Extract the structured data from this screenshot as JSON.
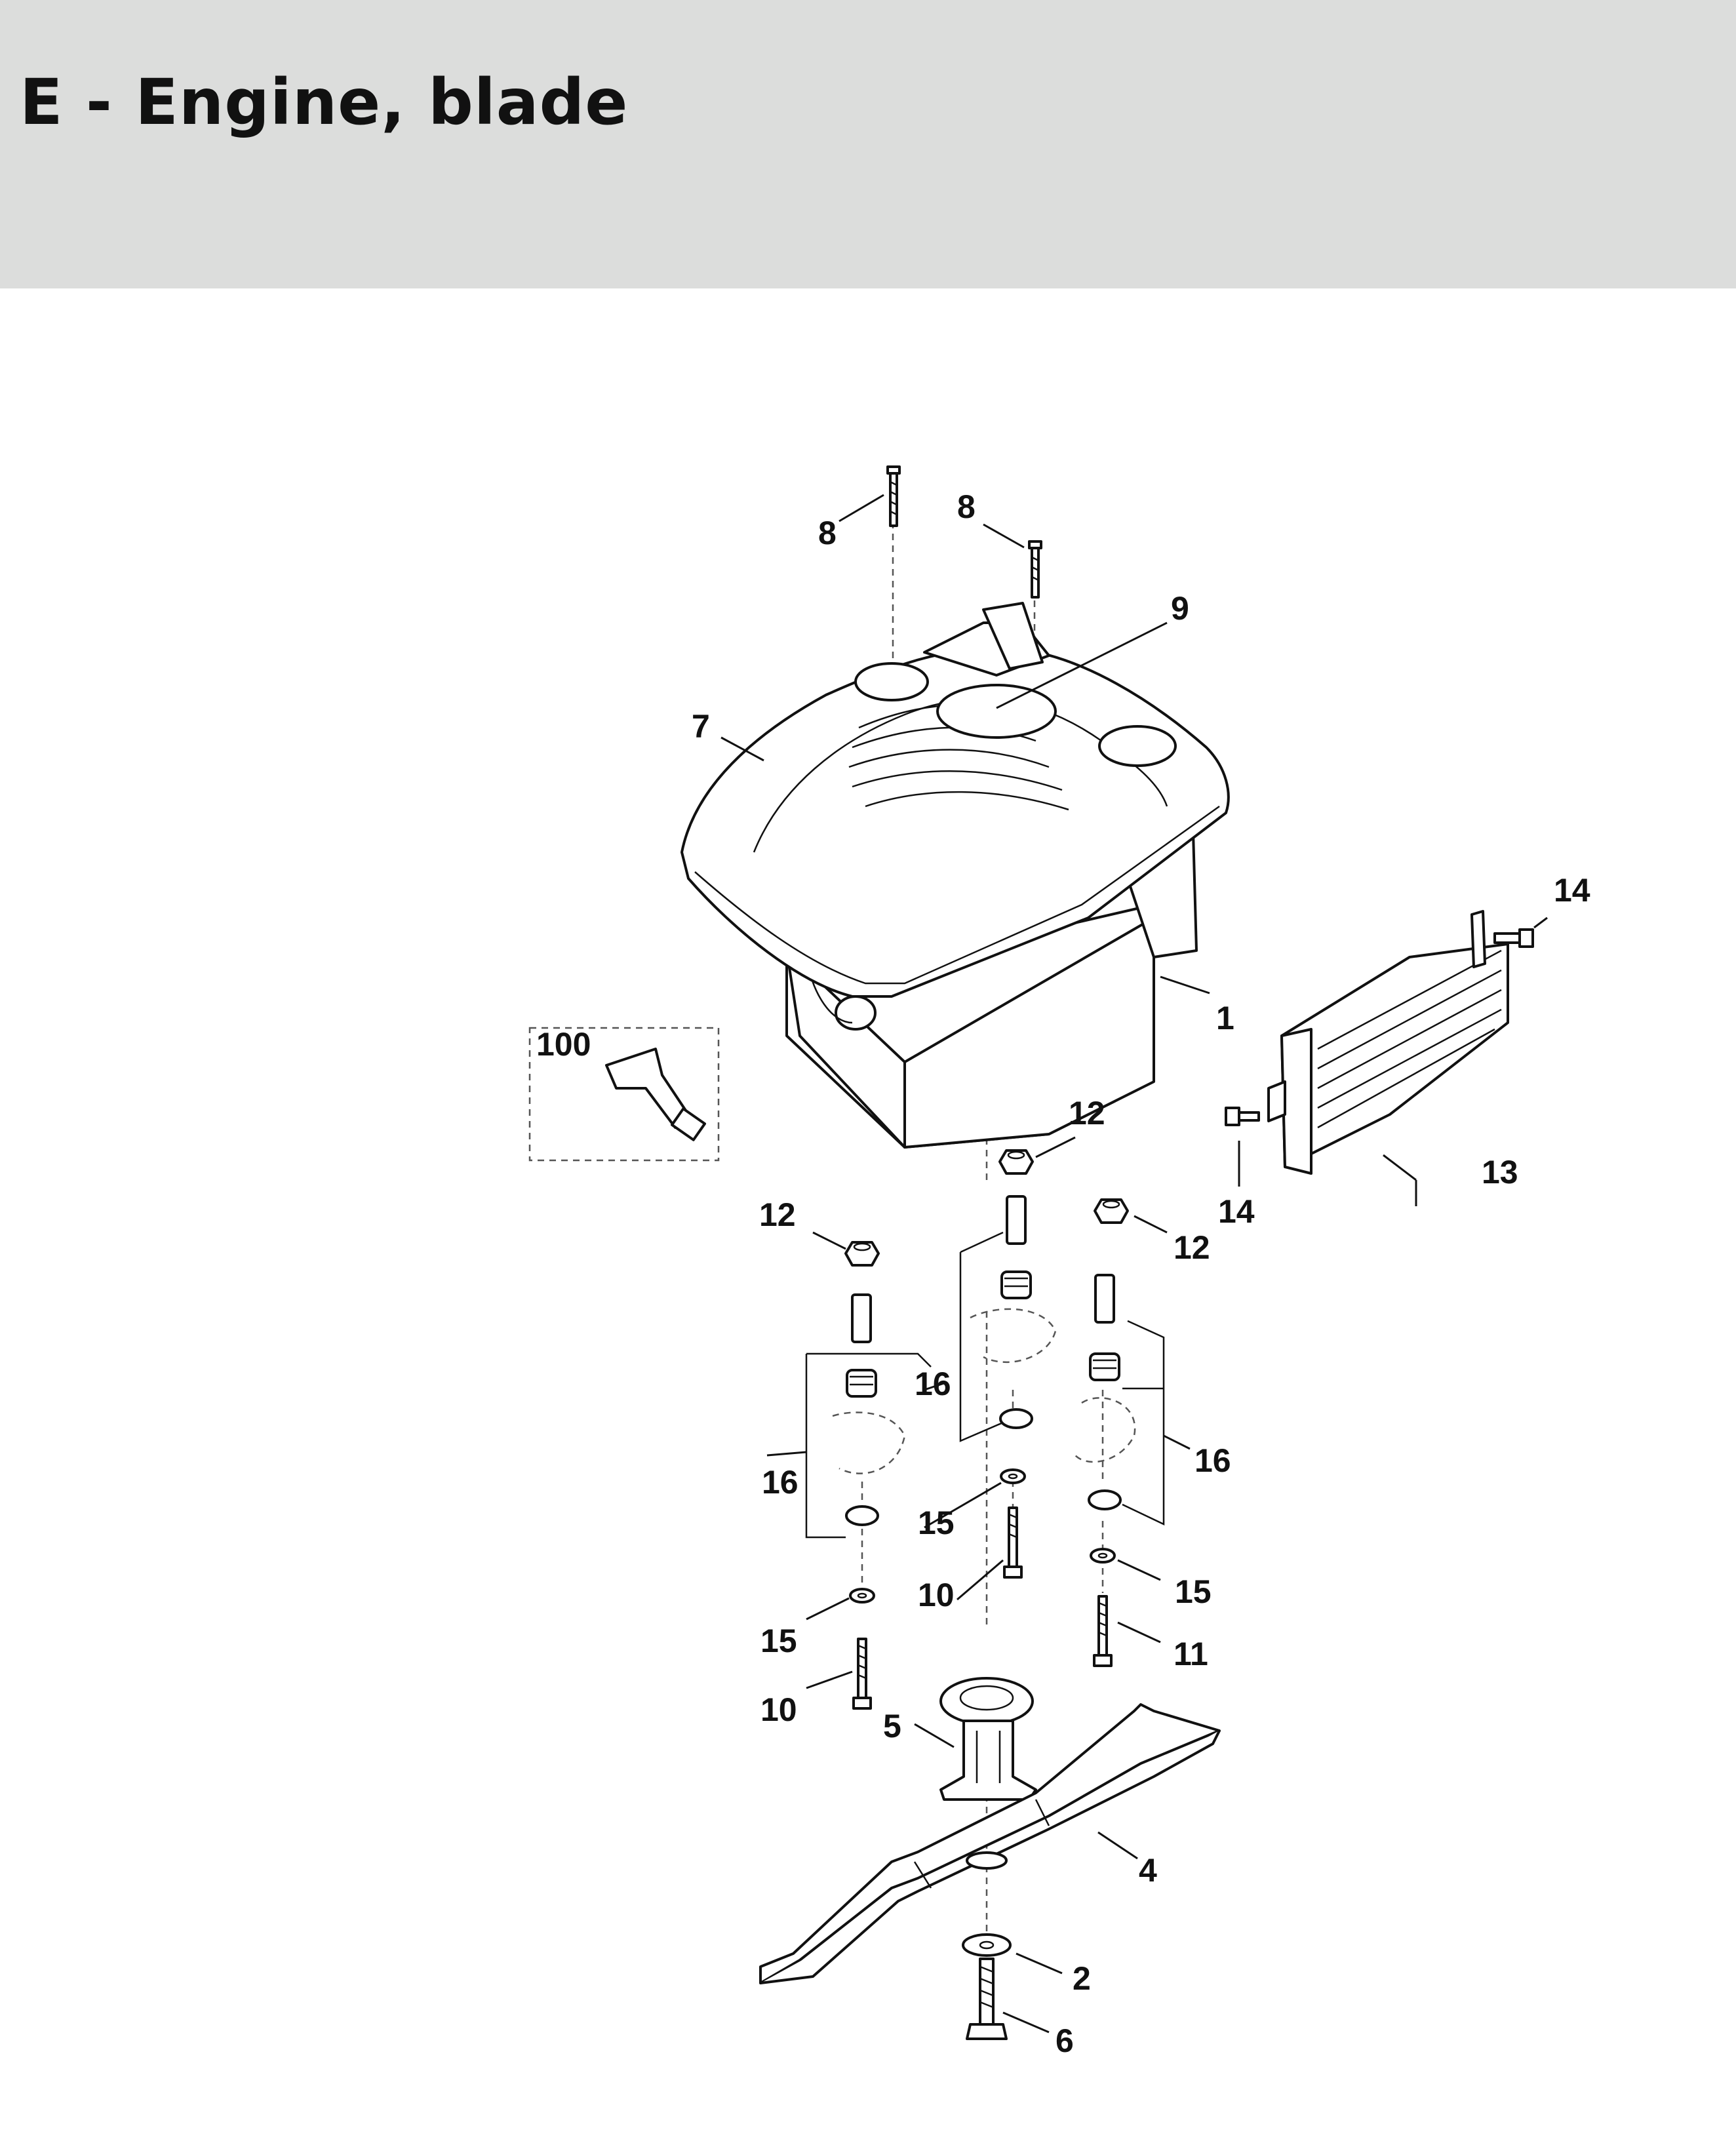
{
  "header": {
    "title": "E - Engine, blade"
  },
  "callouts": {
    "c1": "1",
    "c2": "2",
    "c4": "4",
    "c5": "5",
    "c6": "6",
    "c7": "7",
    "c8a": "8",
    "c8b": "8",
    "c9": "9",
    "c10a": "10",
    "c10b": "10",
    "c11": "11",
    "c12a": "12",
    "c12b": "12",
    "c12c": "12",
    "c13": "13",
    "c14a": "14",
    "c14b": "14",
    "c15a": "15",
    "c15b": "15",
    "c15c": "15",
    "c16a": "16",
    "c16b": "16",
    "c16c": "16",
    "c100": "100"
  }
}
